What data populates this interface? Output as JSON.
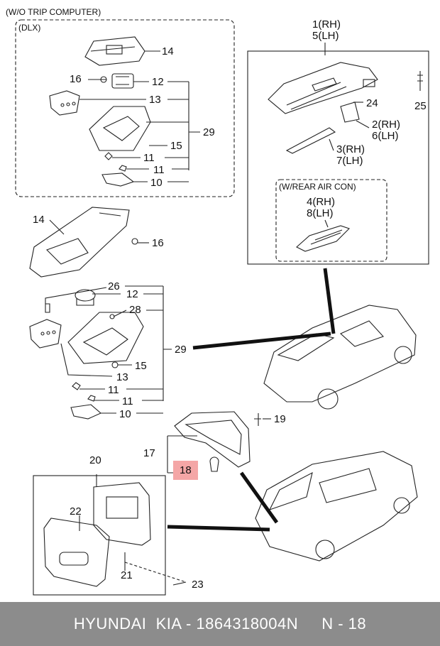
{
  "colors": {
    "highlight": "#f4a6a6",
    "footer_bg": "#8c8c8c",
    "line": "#222222"
  },
  "sections": {
    "wo_trip_computer": "(W/O TRIP COMPUTER)",
    "dlx": "(DLX)",
    "w_rear_air_con": "(W/REAR AIR CON)"
  },
  "callouts": {
    "c14a": "14",
    "c16a": "16",
    "c12a": "12",
    "c13a": "13",
    "c29a": "29",
    "c15a": "15",
    "c11a": "11",
    "c11b": "11",
    "c10a": "10",
    "c14b": "14",
    "c16b": "16",
    "c26": "26",
    "c12b": "12",
    "c28": "28",
    "c29b": "29",
    "c15b": "15",
    "c13b": "13",
    "c11c": "11",
    "c11d": "11",
    "c10b": "10",
    "c1": "1(RH)",
    "c5": "5(LH)",
    "c25": "25",
    "c24": "24",
    "c2": "2(RH)",
    "c6": "6(LH)",
    "c3": "3(RH)",
    "c7": "7(LH)",
    "c4": "4(RH)",
    "c8": "8(LH)",
    "c19": "19",
    "c17": "17",
    "c18": "18",
    "c20": "20",
    "c22": "22",
    "c21": "21",
    "c23": "23"
  },
  "footer": {
    "text": "HYUNDAI  KIA - 1864318004N     N - 18"
  }
}
